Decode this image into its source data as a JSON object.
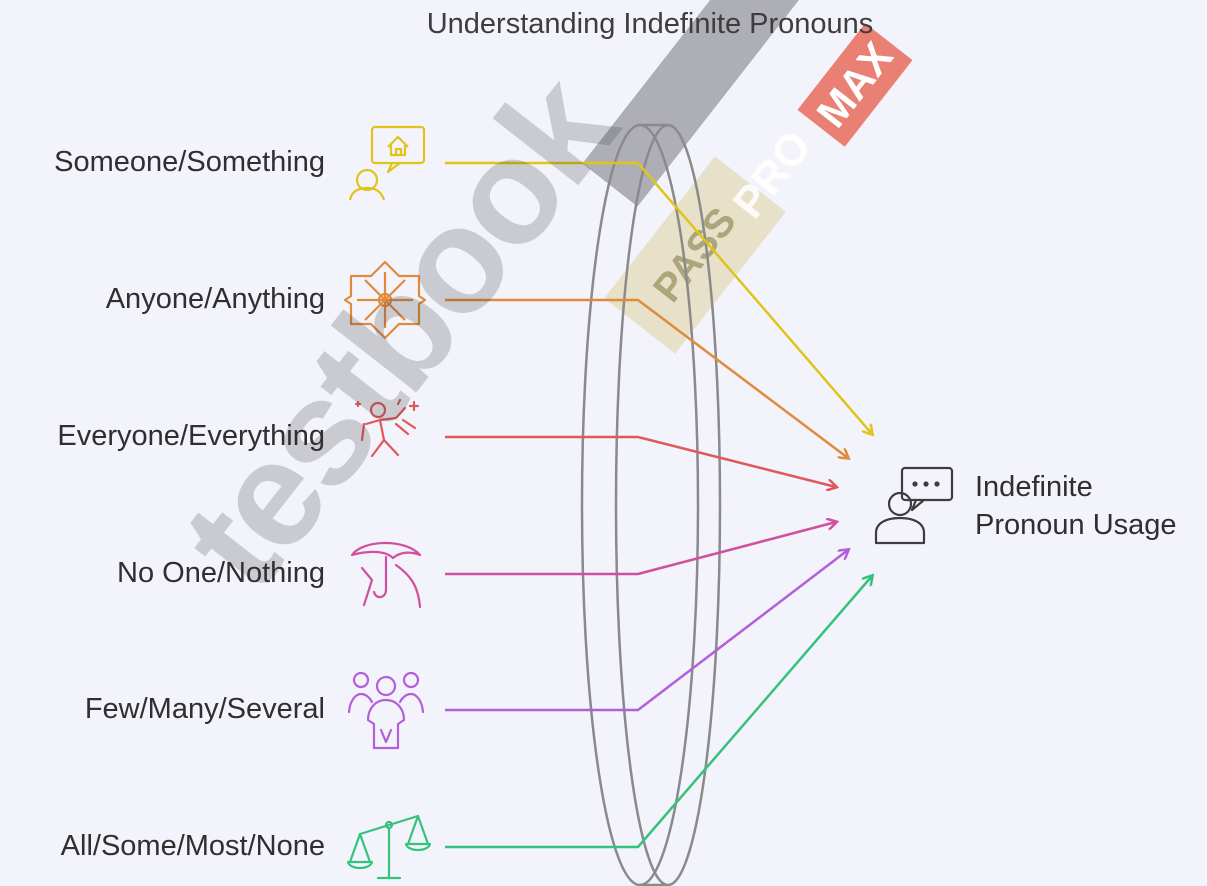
{
  "title": "Understanding Indefinite Pronouns",
  "items": [
    {
      "label": "Someone/Something",
      "color": "#e0c419",
      "icon": "person-house-icon"
    },
    {
      "label": "Anyone/Anything",
      "color": "#e08a3c",
      "icon": "star-ornament-icon"
    },
    {
      "label": "Everyone/Everything",
      "color": "#e0595a",
      "icon": "celebrating-person-icon"
    },
    {
      "label": "No One/Nothing",
      "color": "#d04fa0",
      "icon": "umbrella-icon"
    },
    {
      "label": "Few/Many/Several",
      "color": "#b35fd9",
      "icon": "group-people-icon"
    },
    {
      "label": "All/Some/Most/None",
      "color": "#35c27c",
      "icon": "balance-scale-icon"
    }
  ],
  "target": {
    "line1": "Indefinite",
    "line2": "Pronoun Usage",
    "color": "#3d3d3d",
    "icon": "person-speech-icon"
  },
  "watermark": {
    "brand": "testbook",
    "pass": "PASS",
    "pro": "PRO",
    "max": "MAX"
  }
}
